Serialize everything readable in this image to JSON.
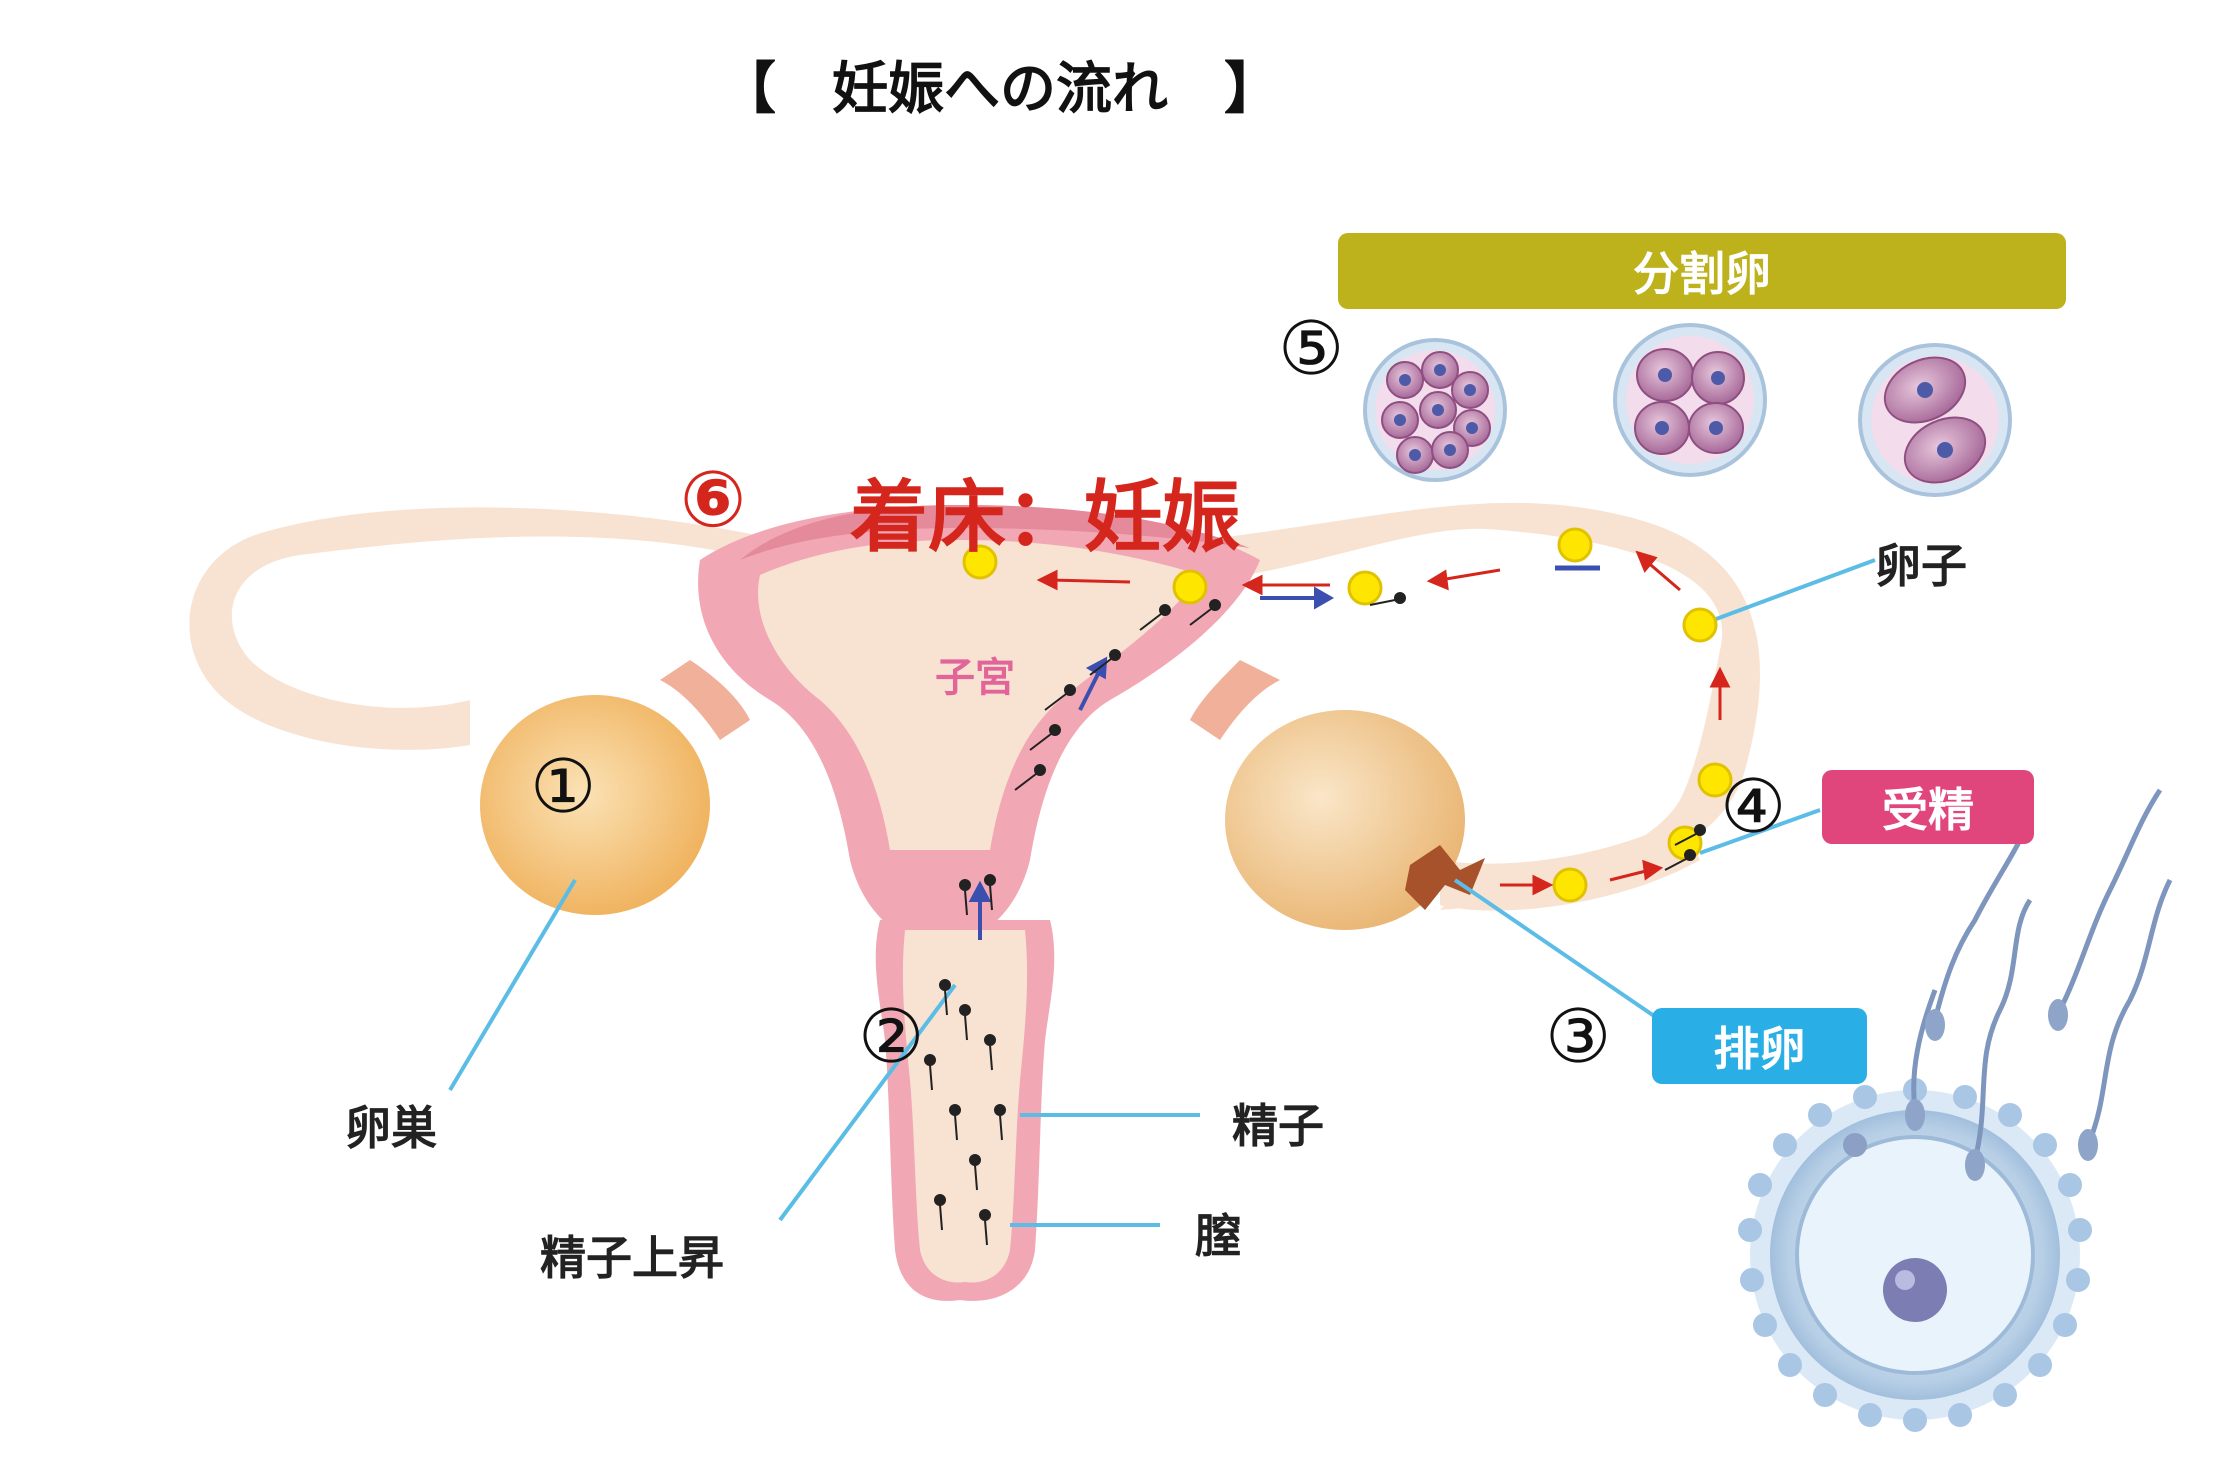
{
  "title": "【　妊娠への流れ　】",
  "numbers": {
    "n1": "①",
    "n2": "②",
    "n3": "③",
    "n4": "④",
    "n5": "⑤"
  },
  "implantation": {
    "number": "⑥",
    "text": "着床：妊娠"
  },
  "labels": {
    "ovary": "卵巣",
    "sperm_ascent": "精子上昇",
    "sperm": "精子",
    "vagina": "膣",
    "uterus": "子宮",
    "egg": "卵子"
  },
  "banners": {
    "cleavage": "分割卵",
    "fertilization": "受精",
    "ovulation": "排卵"
  },
  "colors": {
    "cleavage_banner": "#bdb21c",
    "fertilization_banner": "#e0457c",
    "ovulation_banner": "#2aaee6",
    "implantation_text": "#d5261d",
    "uterus_pink": "#f2a8b4",
    "tube_beige": "#f8e3d3",
    "ovary_orange": "#f2c27a",
    "egg_yellow": "#ffe600",
    "leader_line": "#5bbde6"
  }
}
